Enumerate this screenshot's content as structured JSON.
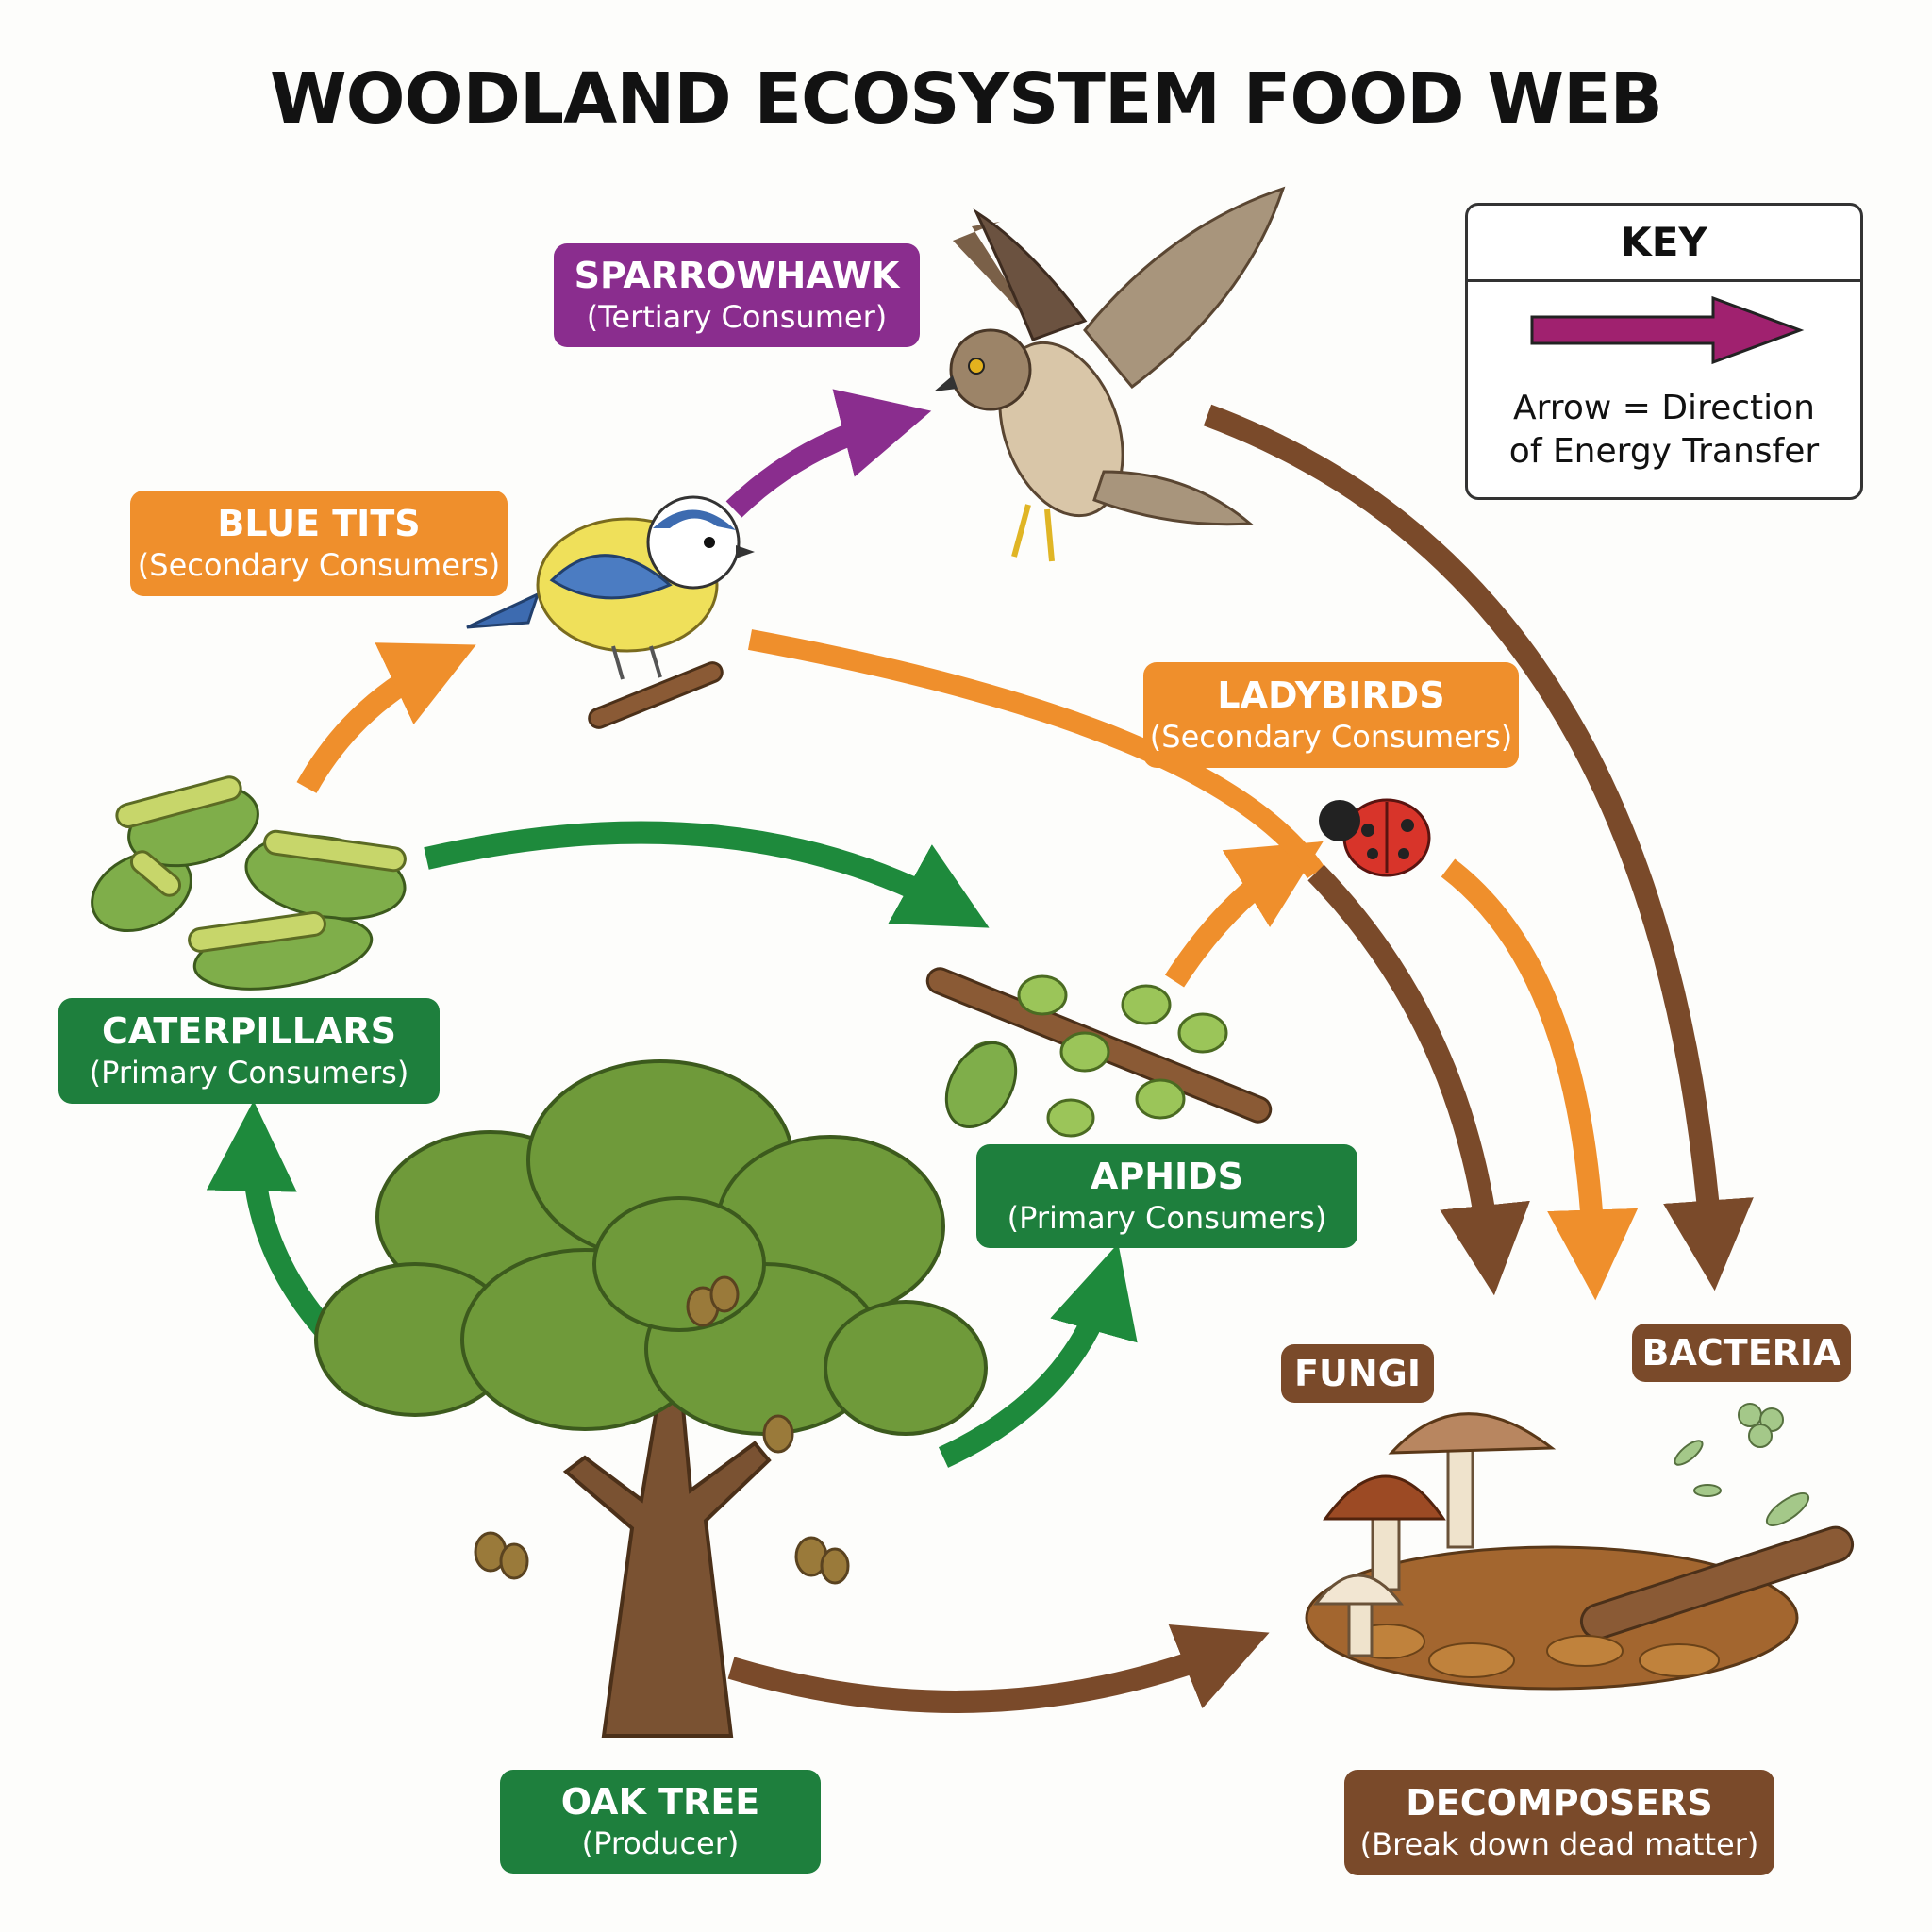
{
  "title": "WOODLAND ECOSYSTEM FOOD WEB",
  "key": {
    "heading": "KEY",
    "line1": "Arrow = Direction",
    "line2": "of Energy Transfer"
  },
  "organisms": {
    "sparrowhawk": {
      "name": "SPARROWHAWK",
      "role": "(Tertiary Consumer)"
    },
    "blue_tits": {
      "name": "BLUE TITS",
      "role": "(Secondary Consumers)"
    },
    "ladybirds": {
      "name": "LADYBIRDS",
      "role": "(Secondary Consumers)"
    },
    "caterpillars": {
      "name": "CATERPILLARS",
      "role": "(Primary Consumers)"
    },
    "aphids": {
      "name": "APHIDS",
      "role": "(Primary Consumers)"
    },
    "oak_tree": {
      "name": "OAK TREE",
      "role": "(Producer)"
    },
    "fungi": {
      "name": "FUNGI"
    },
    "bacteria": {
      "name": "BACTERIA"
    },
    "decomposers": {
      "name": "DECOMPOSERS",
      "role": "(Break down dead matter)"
    }
  },
  "energy_flows": [
    {
      "from": "Oak Tree",
      "to": "Caterpillars"
    },
    {
      "from": "Oak Tree",
      "to": "Aphids"
    },
    {
      "from": "Oak Tree",
      "to": "Decomposers"
    },
    {
      "from": "Caterpillars",
      "to": "Blue Tits"
    },
    {
      "from": "Caterpillars",
      "to": "Aphids"
    },
    {
      "from": "Aphids",
      "to": "Ladybirds"
    },
    {
      "from": "Blue Tits",
      "to": "Sparrowhawk"
    },
    {
      "from": "Blue Tits",
      "to": "Decomposers"
    },
    {
      "from": "Ladybirds",
      "to": "Decomposers"
    },
    {
      "from": "Sparrowhawk",
      "to": "Decomposers"
    }
  ],
  "colors": {
    "producer_primary": "#1e7f3d",
    "secondary": "#ef8f2c",
    "tertiary": "#8a2d8e",
    "decomposer": "#7a4a2a"
  }
}
